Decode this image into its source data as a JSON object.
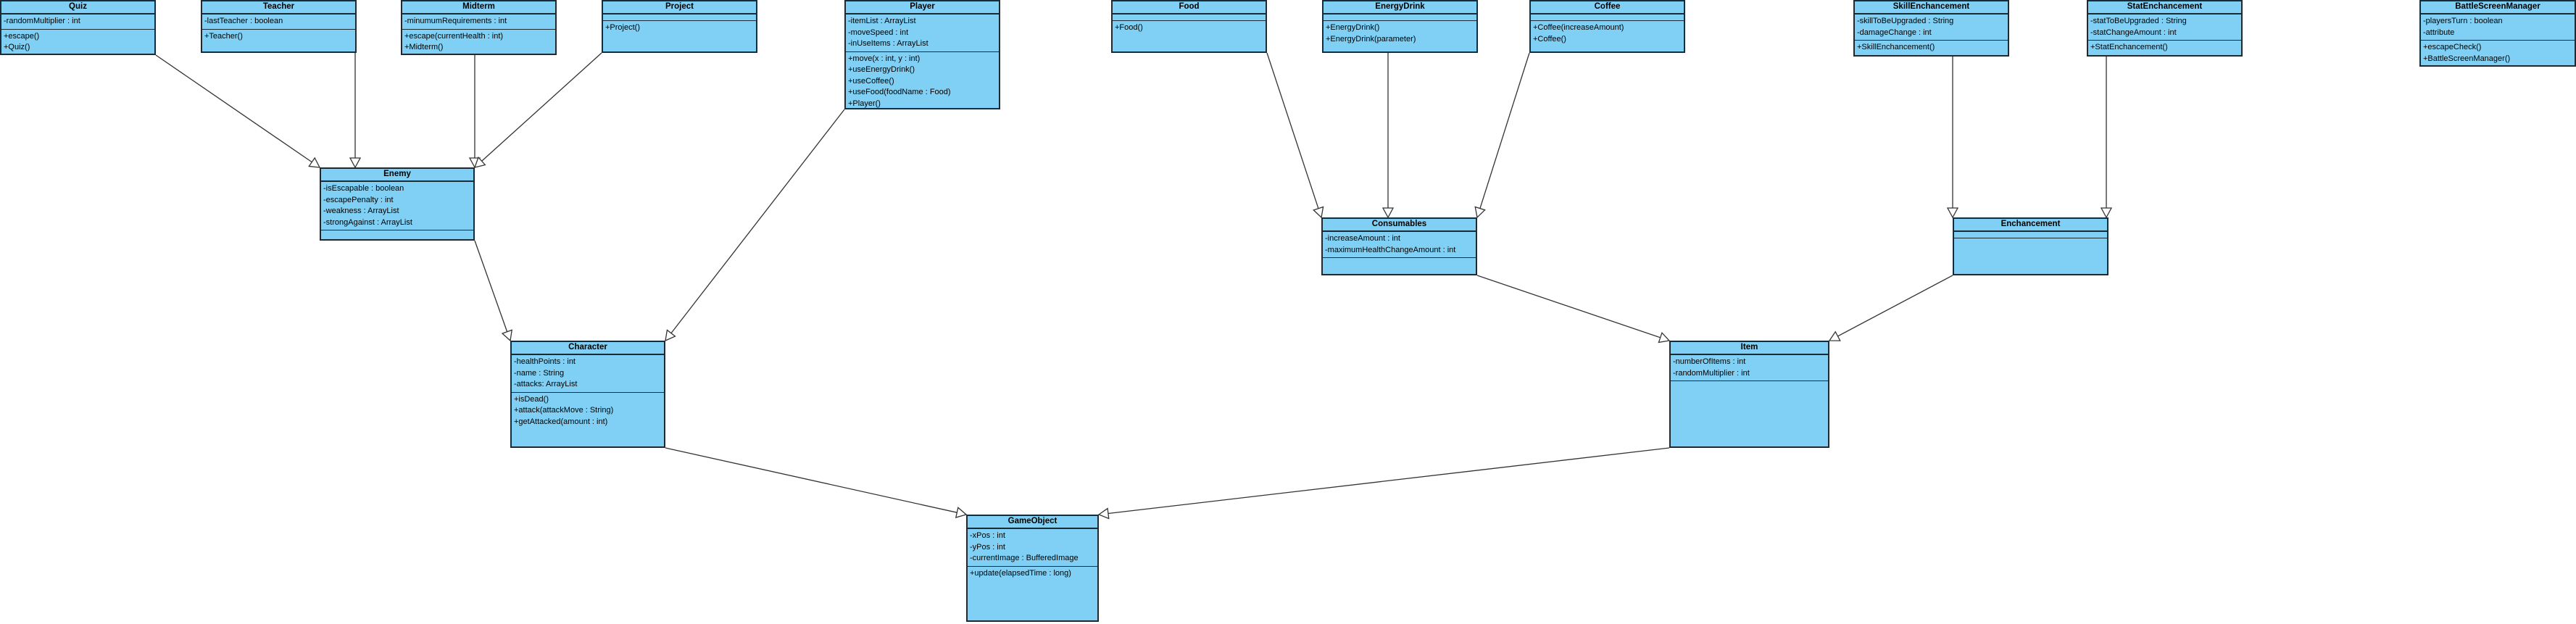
{
  "diagram": {
    "classes": [
      {
        "id": "quiz",
        "name": "Quiz",
        "attributes": [
          "-randomMultiplier : int"
        ],
        "methods": [
          "+escape()",
          "+Quiz()"
        ]
      },
      {
        "id": "teacher",
        "name": "Teacher",
        "attributes": [
          "-lastTeacher : boolean"
        ],
        "methods": [
          "+Teacher()"
        ]
      },
      {
        "id": "midterm",
        "name": "Midterm",
        "attributes": [
          "-minumumRequirements : int"
        ],
        "methods": [
          "+escape(currentHealth : int)",
          "+Midterm()"
        ]
      },
      {
        "id": "project",
        "name": "Project",
        "attributes": [],
        "methods": [
          "+Project()"
        ]
      },
      {
        "id": "player",
        "name": "Player",
        "attributes": [
          "-itemList : ArrayList",
          "-moveSpeed : int",
          "-inUseItems : ArrayList"
        ],
        "methods": [
          "+move(x : int, y : int)",
          "+useEnergyDrink()",
          "+useCoffee()",
          "+useFood(foodName : Food)",
          "+Player()"
        ]
      },
      {
        "id": "food",
        "name": "Food",
        "attributes": [],
        "methods": [
          "+Food()"
        ]
      },
      {
        "id": "energydrink",
        "name": "EnergyDrink",
        "attributes": [],
        "methods": [
          "+EnergyDrink()",
          "+EnergyDrink(parameter)"
        ]
      },
      {
        "id": "coffee",
        "name": "Coffee",
        "attributes": [],
        "methods": [
          "+Coffee(increaseAmount)",
          "+Coffee()"
        ]
      },
      {
        "id": "skillench",
        "name": "SkillEnchancement",
        "attributes": [
          "-skillToBeUpgraded : String",
          "-damageChange : int"
        ],
        "methods": [
          "+SkillEnchancement()"
        ]
      },
      {
        "id": "statench",
        "name": "StatEnchancement",
        "attributes": [
          "-statToBeUpgraded : String",
          "-statChangeAmount : int"
        ],
        "methods": [
          "+StatEnchancement()"
        ]
      },
      {
        "id": "battle",
        "name": "BattleScreenManager",
        "attributes": [
          "-playersTurn : boolean",
          "-attribute"
        ],
        "methods": [
          "+escapeCheck()",
          "+BattleScreenManager()"
        ]
      },
      {
        "id": "enemy",
        "name": "Enemy",
        "attributes": [
          "-isEscapable : boolean",
          "-escapePenalty : int",
          "-weakness : ArrayList",
          "-strongAgainst : ArrayList"
        ],
        "methods": []
      },
      {
        "id": "consumables",
        "name": "Consumables",
        "attributes": [
          "-increaseAmount : int",
          "-maximumHealthChangeAmount : int"
        ],
        "methods": []
      },
      {
        "id": "enchancement",
        "name": "Enchancement",
        "attributes": [],
        "methods": []
      },
      {
        "id": "character",
        "name": "Character",
        "attributes": [
          "-healthPoints : int",
          "-name : String",
          "-attacks: ArrayList"
        ],
        "methods": [
          "+isDead()",
          "+attack(attackMove : String)",
          "+getAttacked(amount : int)"
        ]
      },
      {
        "id": "item",
        "name": "Item",
        "attributes": [
          "-numberOfItems : int",
          "-randomMultiplier : int"
        ],
        "methods": []
      },
      {
        "id": "gameobject",
        "name": "GameObject",
        "attributes": [
          "-xPos : int",
          "-yPos : int",
          "-currentImage : BufferedImage"
        ],
        "methods": [
          "+update(elapsedTime : long)"
        ]
      }
    ],
    "generalizations": [
      {
        "from": "quiz",
        "to": "enemy"
      },
      {
        "from": "teacher",
        "to": "enemy"
      },
      {
        "from": "midterm",
        "to": "enemy"
      },
      {
        "from": "project",
        "to": "enemy"
      },
      {
        "from": "enemy",
        "to": "character"
      },
      {
        "from": "player",
        "to": "character"
      },
      {
        "from": "food",
        "to": "consumables"
      },
      {
        "from": "energydrink",
        "to": "consumables"
      },
      {
        "from": "coffee",
        "to": "consumables"
      },
      {
        "from": "skillench",
        "to": "enchancement"
      },
      {
        "from": "statench",
        "to": "enchancement"
      },
      {
        "from": "consumables",
        "to": "item"
      },
      {
        "from": "enchancement",
        "to": "item"
      },
      {
        "from": "character",
        "to": "gameobject"
      },
      {
        "from": "item",
        "to": "gameobject"
      }
    ]
  },
  "style": {
    "class_fill": "#7fd0f4",
    "border_color": "#1a2b38",
    "edge_color": "#333333"
  }
}
